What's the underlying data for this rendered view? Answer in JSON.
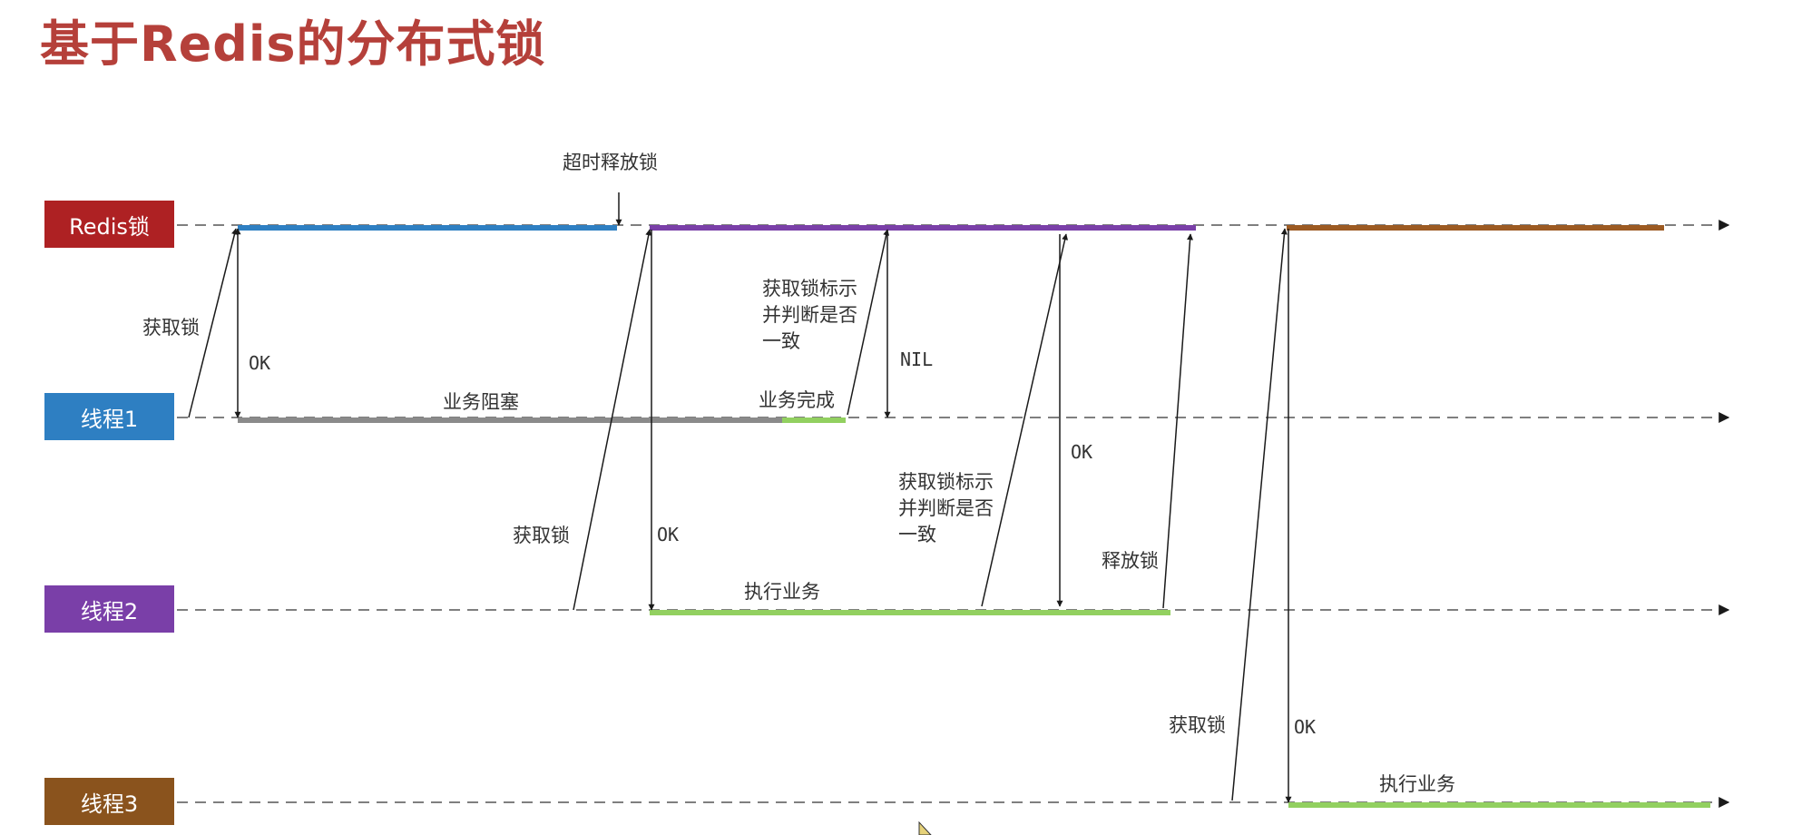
{
  "title": "基于Redis的分布式锁",
  "lanes": [
    {
      "key": "redis",
      "label": "Redis锁",
      "color": "#ae2123"
    },
    {
      "key": "t1",
      "label": "线程1",
      "color": "#2e7fc2"
    },
    {
      "key": "t2",
      "label": "线程2",
      "color": "#7a3fa8"
    },
    {
      "key": "t3",
      "label": "线程3",
      "color": "#8a531d"
    }
  ],
  "annotations": {
    "timeout_release": "超时释放锁",
    "t1_acquire": "获取锁",
    "t1_ok": "OK",
    "t1_blocked": "业务阻塞",
    "t1_done": "业务完成",
    "t1_check": [
      "获取锁标示",
      "并判断是否",
      "一致"
    ],
    "t1_nil": "NIL",
    "t2_acquire": "获取锁",
    "t2_ok": "OK",
    "t2_exec": "执行业务",
    "t2_check": [
      "获取锁标示",
      "并判断是否",
      "一致"
    ],
    "t2_check_ok": "OK",
    "t2_release": "释放锁",
    "t3_acquire": "获取锁",
    "t3_ok": "OK",
    "t3_exec": "执行业务"
  },
  "colors": {
    "lock_t1": "#2e7fc2",
    "lock_t2": "#7a3fa8",
    "lock_t3": "#9c5a22",
    "blocked": "#8a8a8a",
    "business": "#92d060",
    "arrow": "#1a1a1a"
  }
}
